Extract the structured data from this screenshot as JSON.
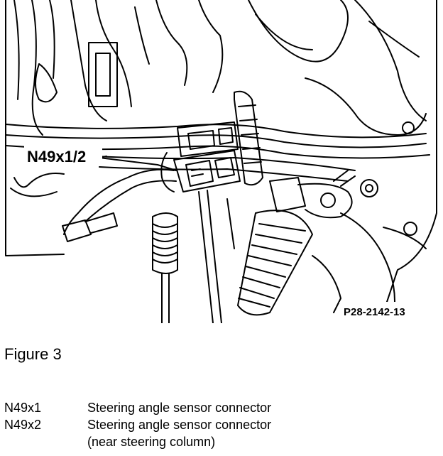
{
  "illustration": {
    "callout_label": "N49x1/2",
    "reference_code": "P28-2142-13"
  },
  "caption": "Figure 3",
  "legend": [
    {
      "code": "N49x1",
      "description": "Steering angle sensor connector"
    },
    {
      "code": "N49x2",
      "description": "Steering angle sensor connector"
    },
    {
      "code": "",
      "description": "(near steering column)"
    }
  ]
}
